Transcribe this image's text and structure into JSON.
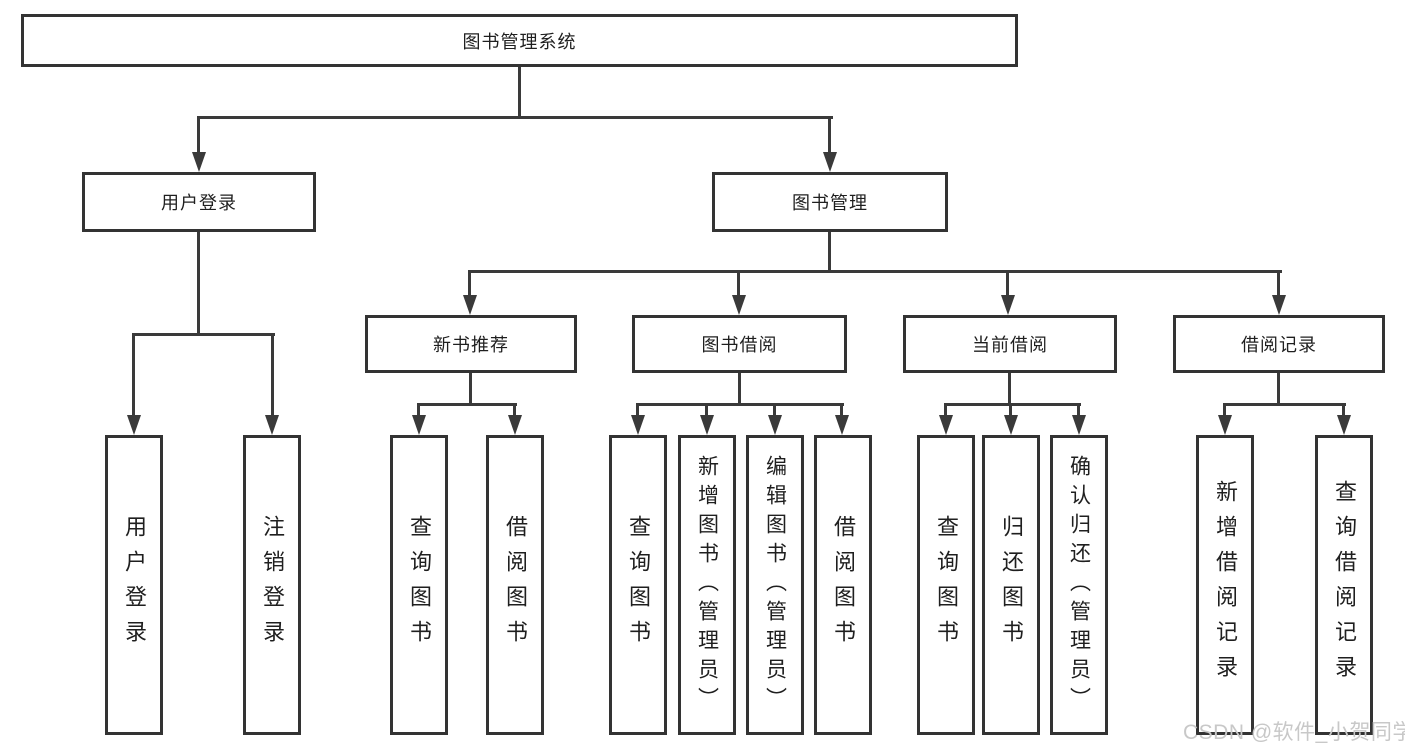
{
  "diagram": {
    "root": "图书管理系统",
    "level2": [
      "用户登录",
      "图书管理"
    ],
    "level3": [
      "新书推荐",
      "图书借阅",
      "当前借阅",
      "借阅记录"
    ],
    "leaves": {
      "user_login": [
        "用户登录",
        "注销登录"
      ],
      "new_book_recommend": [
        "查询图书",
        "借阅图书"
      ],
      "book_borrow": [
        "查询图书",
        "新增图书（管理员）",
        "编辑图书（管理员）",
        "借阅图书"
      ],
      "current_borrow": [
        "查询图书",
        "归还图书",
        "确认归还（管理员）"
      ],
      "borrow_records": [
        "新增借阅记录",
        "查询借阅记录"
      ]
    }
  },
  "watermark": "CSDN @软件_小贺同学",
  "colors": {
    "line": "#3a3a3a",
    "box_border": "#333333",
    "box_fill": "#ffffff",
    "text": "#1f1f1f",
    "watermark": "#c8c8c8",
    "background": "#ffffff"
  }
}
